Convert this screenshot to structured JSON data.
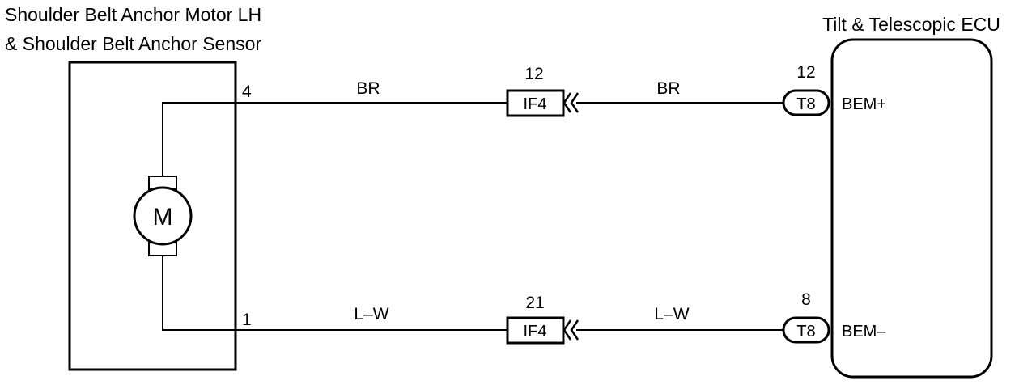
{
  "left_component": {
    "title_line1": "Shoulder Belt Anchor Motor LH",
    "title_line2": "& Shoulder Belt Anchor Sensor",
    "motor_symbol": "M",
    "pins": {
      "upper": "4",
      "lower": "1"
    }
  },
  "right_component": {
    "title": "Tilt & Telescopic ECU",
    "terminals": {
      "upper": "BEM+",
      "lower": "BEM–"
    }
  },
  "circuits": [
    {
      "wire_color_left": "BR",
      "wire_color_right": "BR",
      "junction_connector": "IF4",
      "junction_pin": "12",
      "ecu_connector": "T8",
      "ecu_pin": "12"
    },
    {
      "wire_color_left": "L–W",
      "wire_color_right": "L–W",
      "junction_connector": "IF4",
      "junction_pin": "21",
      "ecu_connector": "T8",
      "ecu_pin": "8"
    }
  ]
}
